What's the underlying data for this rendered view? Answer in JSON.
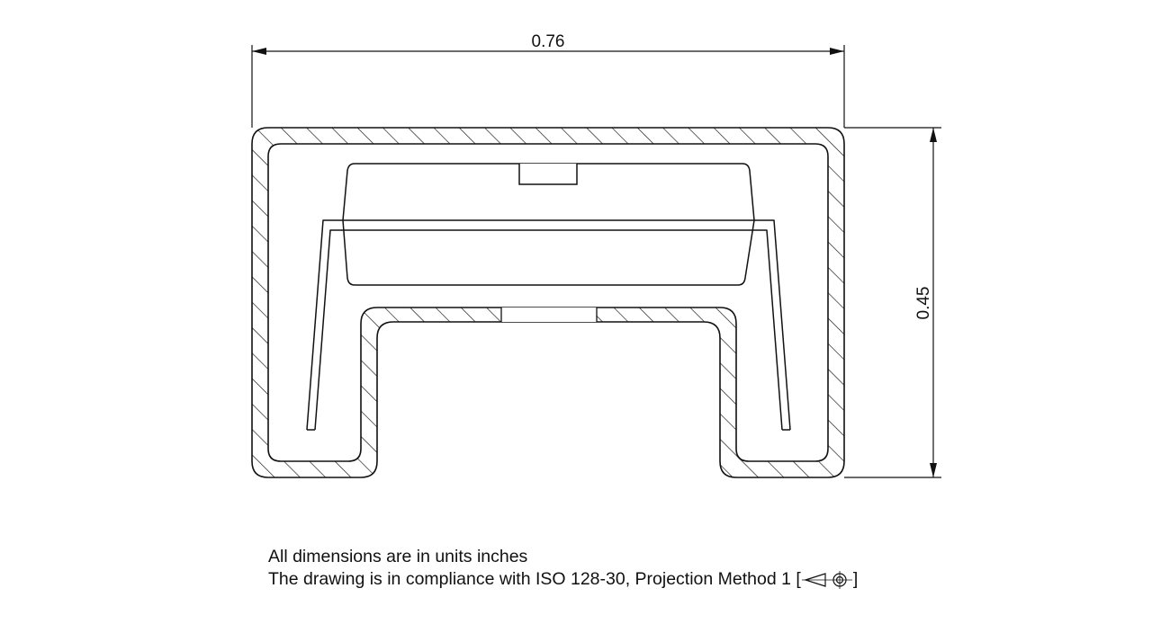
{
  "drawing": {
    "dimensions": {
      "width_label": "0.76",
      "height_label": "0.45"
    },
    "notes": {
      "units_line": "All dimensions are in units inches",
      "compliance_line": "The drawing is in compliance with ISO 128-30, Projection Method 1 [",
      "bracket_close": "]",
      "projection_symbol": "first-angle-projection-icon"
    },
    "colors": {
      "line": "#111111",
      "background": "#ffffff"
    }
  }
}
